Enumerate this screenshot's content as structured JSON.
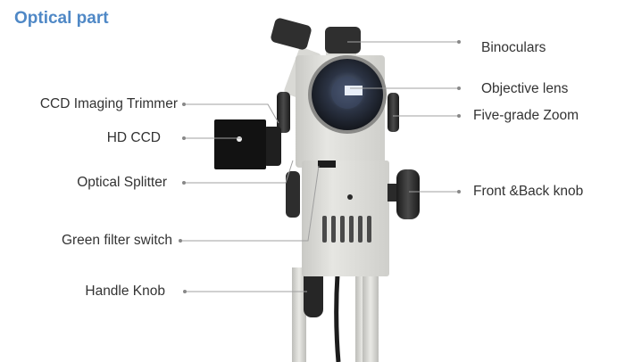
{
  "title": "Optical part",
  "colors": {
    "title": "#4f88c6",
    "label_text": "#333333",
    "leader_line": "#a0a0a0",
    "body": "#dcdcd8",
    "dark_parts": "#2a2a2a"
  },
  "labels_left": [
    "CCD Imaging Trimmer",
    "HD CCD",
    "Optical Splitter",
    "Green filter switch",
    "Handle Knob"
  ],
  "labels_right": [
    "Binoculars",
    "Objective lens",
    "Five-grade Zoom",
    "Front &Back knob"
  ]
}
